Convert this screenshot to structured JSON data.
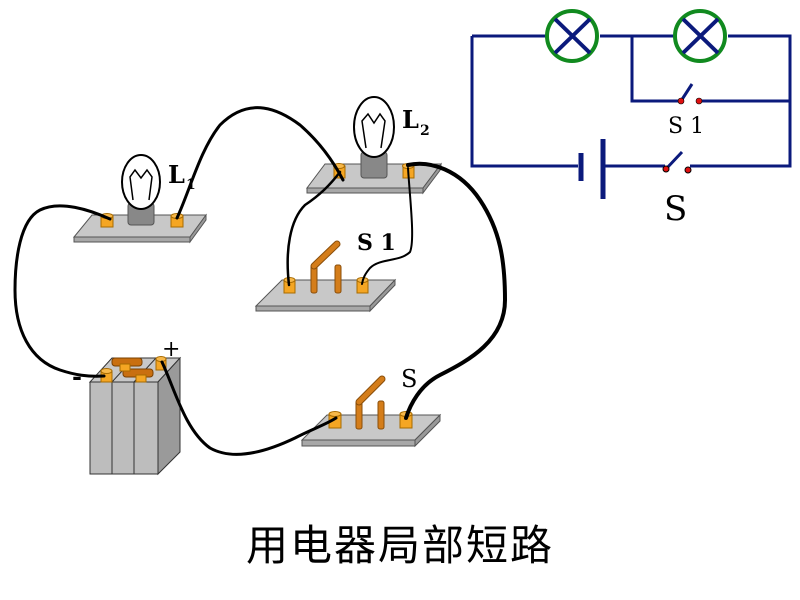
{
  "caption": "用电器局部短路",
  "colors": {
    "schematic_wire": "#0b1a7c",
    "lamp_ring": "#118a1f",
    "switch_dot": "#e01010",
    "terminal": "#f5a623",
    "board": "#c8c8c8",
    "wire": "#000000"
  },
  "physical": {
    "lamp1": {
      "label": "L",
      "subscript": "1"
    },
    "lamp2": {
      "label": "L",
      "subscript": "2"
    },
    "switch1": {
      "label": "S 1"
    },
    "switch_main": {
      "label": "S"
    },
    "battery": {
      "plus": "+",
      "minus": "-"
    }
  },
  "schematic": {
    "switch1_label": "S 1",
    "switch_main_label": "S"
  }
}
